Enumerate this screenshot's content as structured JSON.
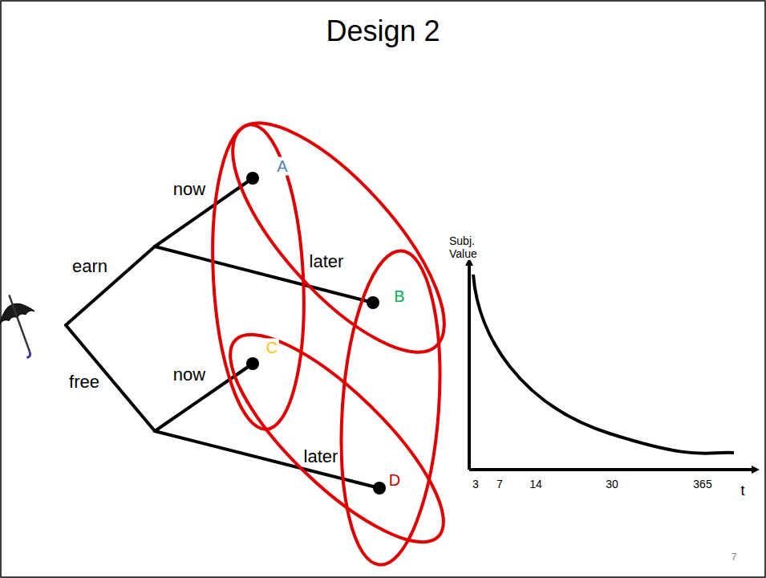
{
  "diagram": {
    "title": "Design 2",
    "labels": [
      "now",
      "A",
      "earn",
      "later",
      "B",
      "C",
      "now",
      "free",
      "later",
      "D",
      "Subj. Value",
      "3",
      "7",
      "14",
      "30",
      "365",
      "t",
      "7"
    ]
  }
}
